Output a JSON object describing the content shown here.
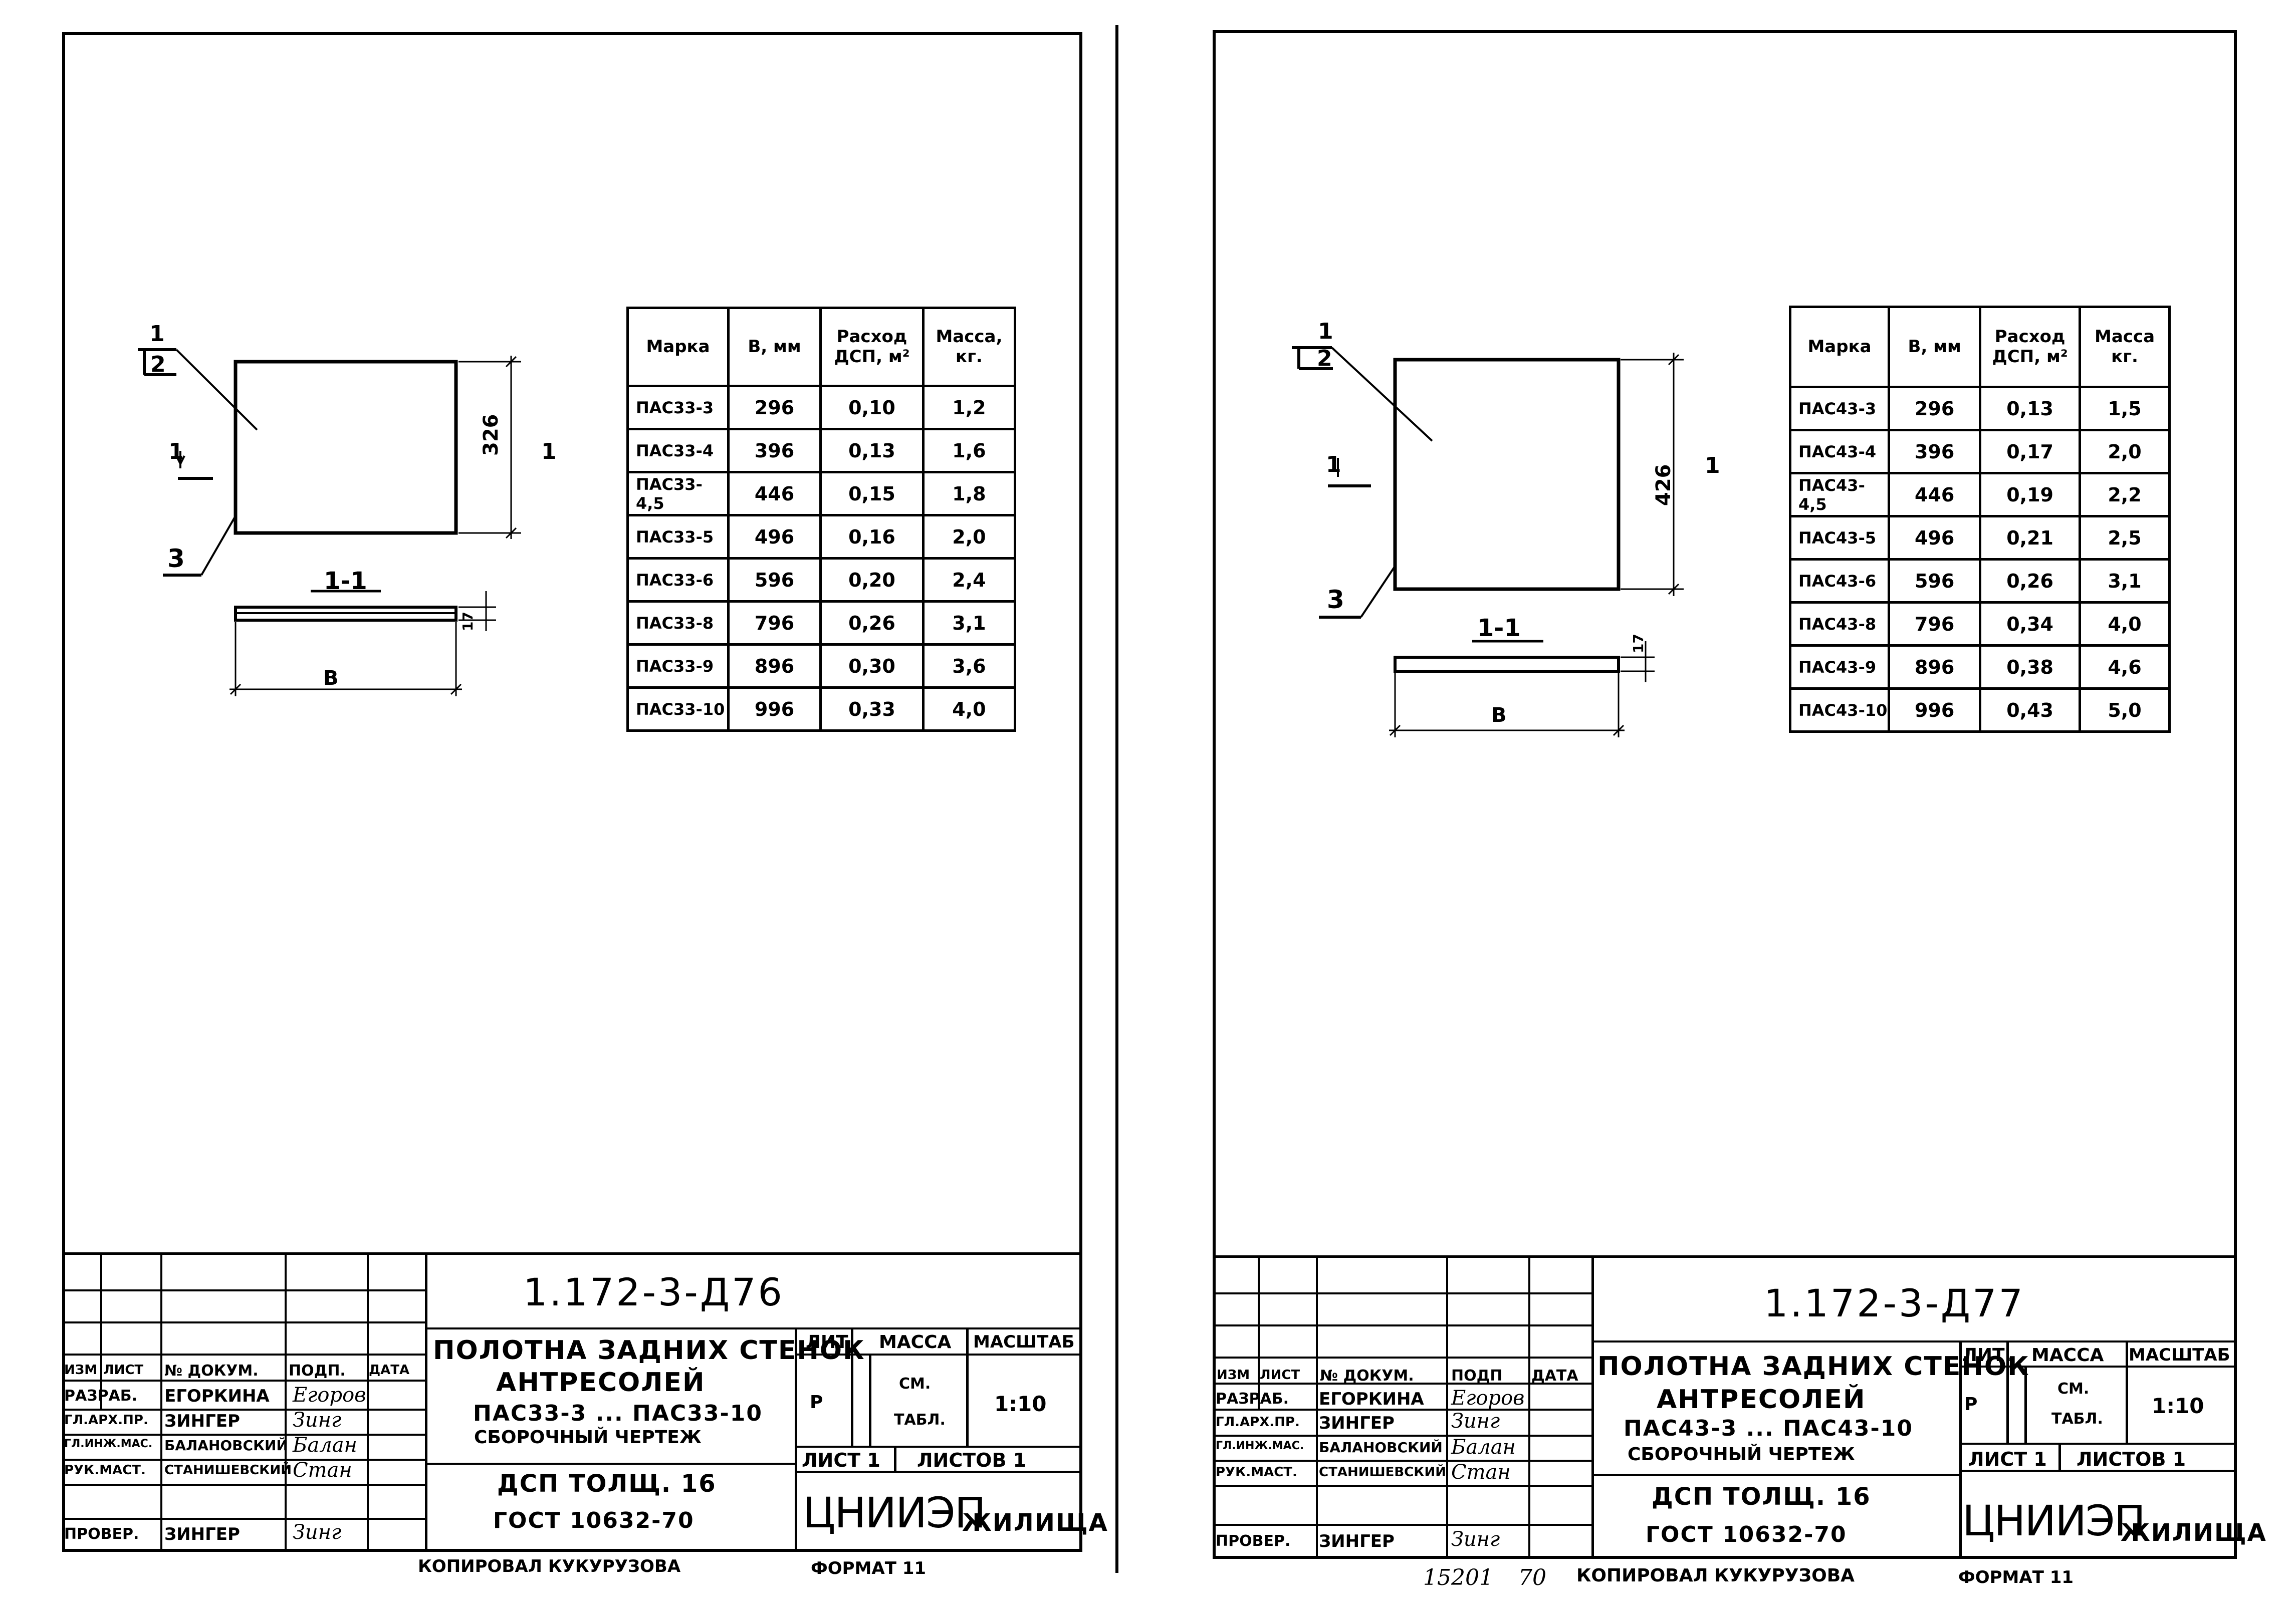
{
  "sheets": [
    {
      "id": "d76",
      "detail_labels": {
        "item1": "1",
        "item2": "2",
        "item3": "3",
        "section_left": "1",
        "section_right": "1",
        "section_title": "1-1",
        "height_dim": "326",
        "thickness_dim": "17",
        "width_dim": "B"
      },
      "table": {
        "headers": [
          "Марка",
          "B, мм",
          "Расход ДСП, м²",
          "Масса, кг."
        ],
        "rows": [
          [
            "ПАС33-3",
            "296",
            "0,10",
            "1,2"
          ],
          [
            "ПАС33-4",
            "396",
            "0,13",
            "1,6"
          ],
          [
            "ПАС33-4,5",
            "446",
            "0,15",
            "1,8"
          ],
          [
            "ПАС33-5",
            "496",
            "0,16",
            "2,0"
          ],
          [
            "ПАС33-6",
            "596",
            "0,20",
            "2,4"
          ],
          [
            "ПАС33-8",
            "796",
            "0,26",
            "3,1"
          ],
          [
            "ПАС33-9",
            "896",
            "0,30",
            "3,6"
          ],
          [
            "ПАС33-10",
            "996",
            "0,33",
            "4,0"
          ]
        ]
      },
      "title_block": {
        "code": "1.172-3-Д76",
        "title_line1": "ПОЛОТНА ЗАДНИХ СТЕНОК",
        "title_line2": "АНТРЕСОЛЕЙ",
        "title_line3": "ПАС33-3 ... ПАС33-10",
        "title_line4": "СБОРОЧНЫЙ ЧЕРТЕЖ",
        "material_line1": "ДСП ТОЛЩ. 16",
        "material_line2": "ГОСТ 10632-70",
        "lit_label": "ЛИТ",
        "mass_label": "МАССА",
        "scale_label": "МАСШТАБ",
        "lit_value": "Р",
        "mass_value1": "СМ.",
        "mass_value2": "ТАБЛ.",
        "scale_value": "1:10",
        "sheet_label": "ЛИСТ 1",
        "sheets_label": "ЛИСТОВ 1",
        "org_logo": "ЦНИИЭП",
        "org_suffix": "ЖИЛИЩА",
        "col_headers": [
          "ИЗМ",
          "ЛИСТ",
          "№ ДОКУМ.",
          "ПОДП.",
          "ДАТА"
        ],
        "people": [
          {
            "role": "РАЗРАБ.",
            "name": "ЕГОРКИНА",
            "sig": "Егоров"
          },
          {
            "role": "ГЛ.АРХ.ПР.",
            "name": "ЗИНГЕР",
            "sig": "Зинг"
          },
          {
            "role": "ГЛ.ИНЖ.МАС.",
            "name": "БАЛАНОВСКИЙ",
            "sig": "Балан"
          },
          {
            "role": "РУК.МАСТ.",
            "name": "СТАНИШЕВСКИЙ",
            "sig": "Стан"
          },
          {
            "role": "ПРОВЕР.",
            "name": "ЗИНГЕР",
            "sig": "Зинг"
          }
        ]
      },
      "footer_copied": "КОПИРОВАЛ КУКУРУЗОВА",
      "footer_format": "ФОРМАТ 11"
    },
    {
      "id": "d77",
      "detail_labels": {
        "item1": "1",
        "item2": "2",
        "item3": "3",
        "section_left": "1",
        "section_right": "1",
        "section_title": "1-1",
        "height_dim": "426",
        "thickness_dim": "17",
        "width_dim": "B"
      },
      "table": {
        "headers": [
          "Марка",
          "B, мм",
          "Расход ДСП, м²",
          "Масса кг."
        ],
        "rows": [
          [
            "ПАС43-3",
            "296",
            "0,13",
            "1,5"
          ],
          [
            "ПАС43-4",
            "396",
            "0,17",
            "2,0"
          ],
          [
            "ПАС43-4,5",
            "446",
            "0,19",
            "2,2"
          ],
          [
            "ПАС43-5",
            "496",
            "0,21",
            "2,5"
          ],
          [
            "ПАС43-6",
            "596",
            "0,26",
            "3,1"
          ],
          [
            "ПАС43-8",
            "796",
            "0,34",
            "4,0"
          ],
          [
            "ПАС43-9",
            "896",
            "0,38",
            "4,6"
          ],
          [
            "ПАС43-10",
            "996",
            "0,43",
            "5,0"
          ]
        ]
      },
      "title_block": {
        "code": "1.172-3-Д77",
        "title_line1": "ПОЛОТНА ЗАДНИХ СТЕНОК",
        "title_line2": "АНТРЕСОЛЕЙ",
        "title_line3": "ПАС43-3 ... ПАС43-10",
        "title_line4": "СБОРОЧНЫЙ ЧЕРТЕЖ",
        "material_line1": "ДСП ТОЛЩ. 16",
        "material_line2": "ГОСТ 10632-70",
        "lit_label": "ЛИТ.",
        "mass_label": "МАССА",
        "scale_label": "МАСШТАБ",
        "lit_value": "Р",
        "mass_value1": "СМ.",
        "mass_value2": "ТАБЛ.",
        "scale_value": "1:10",
        "sheet_label": "ЛИСТ 1",
        "sheets_label": "ЛИСТОВ 1",
        "org_logo": "ЦНИИЭП",
        "org_suffix": "ЖИЛИЩА",
        "col_headers": [
          "ИЗМ",
          "ЛИСТ",
          "№ ДОКУМ.",
          "ПОДП",
          "ДАТА"
        ],
        "people": [
          {
            "role": "РАЗРАБ.",
            "name": "ЕГОРКИНА",
            "sig": "Егоров"
          },
          {
            "role": "ГЛ.АРХ.ПР.",
            "name": "ЗИНГЕР",
            "sig": "Зинг"
          },
          {
            "role": "ГЛ.ИНЖ.МАС.",
            "name": "БАЛАНОВСКИЙ",
            "sig": "Балан"
          },
          {
            "role": "РУК.МАСТ.",
            "name": "СТАНИШЕВСКИЙ",
            "sig": "Стан"
          },
          {
            "role": "ПРОВЕР.",
            "name": "ЗИНГЕР",
            "sig": "Зинг"
          }
        ]
      },
      "footer_number": "15201",
      "footer_number2": "70",
      "footer_copied": "КОПИРОВАЛ КУКУРУЗОВА",
      "footer_format": "ФОРМАТ 11"
    }
  ]
}
